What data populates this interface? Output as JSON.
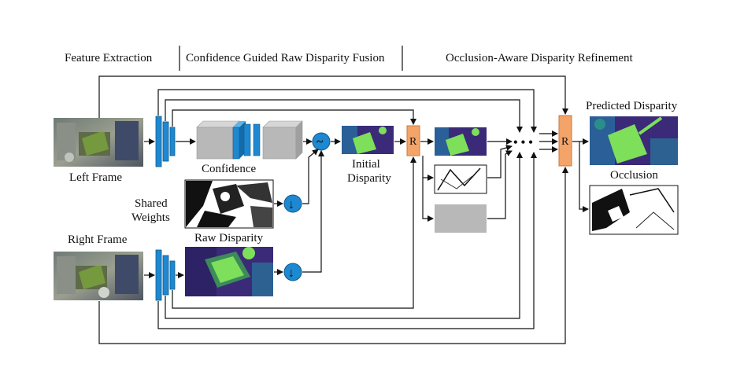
{
  "stages": {
    "feature_extraction": "Feature Extraction",
    "fusion": "Confidence Guided Raw Disparity Fusion",
    "refinement": "Occlusion-Aware Disparity Refinement"
  },
  "labels": {
    "left_frame": "Left Frame",
    "right_frame": "Right Frame",
    "shared_weights_1": "Shared",
    "shared_weights_2": "Weights",
    "confidence": "Confidence",
    "raw_disparity": "Raw Disparity",
    "initial_disparity_1": "Initial",
    "initial_disparity_2": "Disparity",
    "predicted_disparity": "Predicted Disparity",
    "occlusion": "Occlusion"
  },
  "ops": {
    "refine_block": "R",
    "downsample_symbol": "↓",
    "fuse_symbol": "~",
    "ellipsis": "• • •"
  },
  "colors": {
    "encoder_blue": "#1e88d0",
    "refine_orange": "#f4a468",
    "conv_gray": "#b8b8b8",
    "disparity_purple": "#3b2a78",
    "disparity_teal": "#2a8f8a",
    "disparity_green": "#7ddf5a"
  }
}
